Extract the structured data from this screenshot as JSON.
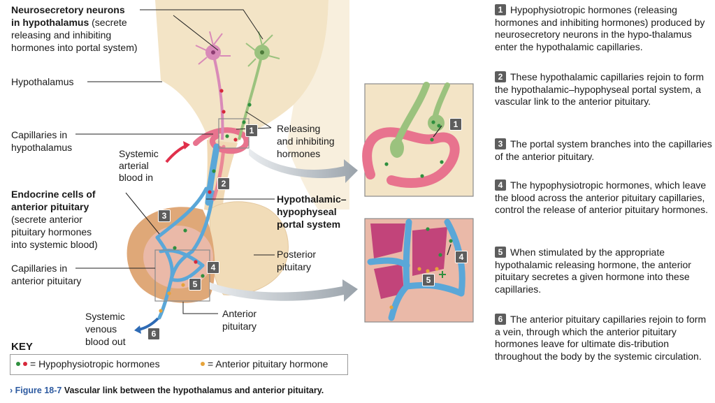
{
  "labels": {
    "neurons_title": "Neurosecretory neurons",
    "neurons_line2_bold": "in hypothalamus",
    "neurons_line2_rest": " (secrete",
    "neurons_line3": "releasing and inhibiting",
    "neurons_line4": "hormones into portal system)",
    "hypothalamus": "Hypothalamus",
    "cap_hypo_1": "Capillaries in",
    "cap_hypo_2": "hypothalamus",
    "systemic_arterial_1": "Systemic",
    "systemic_arterial_2": "arterial",
    "systemic_arterial_3": "blood in",
    "releasing_1": "Releasing",
    "releasing_2": "and inhibiting",
    "releasing_3": "hormones",
    "endocrine_1": "Endocrine cells of",
    "endocrine_2": "anterior pituitary",
    "endocrine_3": "(secrete anterior",
    "endocrine_4": "pituitary hormones",
    "endocrine_5": "into systemic blood)",
    "portal_1": "Hypothalamic–",
    "portal_2": "hypophyseal",
    "portal_3": "portal system",
    "posterior_1": "Posterior",
    "posterior_2": "pituitary",
    "cap_ant_1": "Capillaries in",
    "cap_ant_2": "anterior pituitary",
    "anterior_1": "Anterior",
    "anterior_2": "pituitary",
    "venous_1": "Systemic",
    "venous_2": "venous",
    "venous_3": "blood out"
  },
  "pins": [
    "1",
    "2",
    "3",
    "4",
    "5",
    "6"
  ],
  "steps": [
    {
      "num": "1",
      "text": "Hypophysiotropic hormones (releasing hormones and inhibiting hormones) produced by neurosecretory neurons in the hypo-thalamus enter the hypothalamic capillaries."
    },
    {
      "num": "2",
      "text": "These hypothalamic capillaries rejoin to form the hypothalamic–hypophyseal portal system, a vascular link to the anterior pituitary."
    },
    {
      "num": "3",
      "text": "The portal system branches into the capillaries of the anterior pituitary."
    },
    {
      "num": "4",
      "text": "The hypophysiotropic hormones, which leave the blood across the anterior pituitary capillaries, control the release of anterior pituitary hormones."
    },
    {
      "num": "5",
      "text": "When stimulated by the appropriate hypothalamic releasing hormone, the anterior pituitary secretes a given hormone into these capillaries."
    },
    {
      "num": "6",
      "text": "The anterior pituitary capillaries rejoin to form a vein, through which the anterior pituitary hormones leave for ultimate dis-tribution throughout the body by the systemic circulation."
    }
  ],
  "key": {
    "title": "KEY",
    "hypo": "= Hypophysiotropic hormones",
    "ant": "= Anterior pituitary hormone"
  },
  "caption": {
    "fig": "Figure 18-7",
    "text": "Vascular link between the hypothalamus and anterior pituitary."
  },
  "colors": {
    "tissue": "#f3e4c6",
    "pituitary_tan": "#dfa878",
    "vessel_pink": "#e8738e",
    "vessel_blue": "#5aa7d8",
    "neuron_pink": "#d98ab8",
    "neuron_green": "#9bc27e",
    "dot_green": "#2f8f3e",
    "dot_red": "#d6283a",
    "dot_orange": "#e6a33a",
    "pin_gray": "#5d5d5d"
  }
}
